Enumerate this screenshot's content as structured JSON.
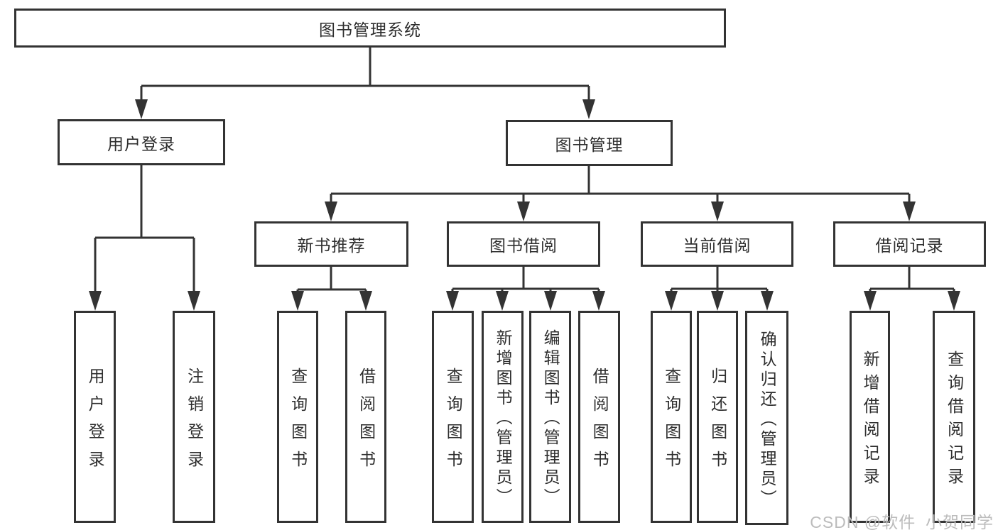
{
  "diagram_title": "图书管理系统",
  "colors": {
    "line": "#333333",
    "box_border": "#333333",
    "text": "#2e2e2e",
    "background": "#ffffff",
    "watermark": "#bcbcbc"
  },
  "tree": {
    "label": "图书管理系统",
    "children": [
      {
        "label": "用户登录",
        "children": [
          {
            "label": "用户登录"
          },
          {
            "label": "注销登录"
          }
        ]
      },
      {
        "label": "图书管理",
        "children": [
          {
            "label": "新书推荐",
            "children": [
              {
                "label": "查询图书"
              },
              {
                "label": "借阅图书"
              }
            ]
          },
          {
            "label": "图书借阅",
            "children": [
              {
                "label": "查询图书"
              },
              {
                "label": "新增图书（管理员）"
              },
              {
                "label": "编辑图书（管理员）"
              },
              {
                "label": "借阅图书"
              }
            ]
          },
          {
            "label": "当前借阅",
            "children": [
              {
                "label": "查询图书"
              },
              {
                "label": "归还图书"
              },
              {
                "label": "确认归还（管理员）"
              }
            ]
          },
          {
            "label": "借阅记录",
            "children": [
              {
                "label": "新增借阅记录"
              },
              {
                "label": "查询借阅记录"
              }
            ]
          }
        ]
      }
    ]
  },
  "watermark": "CSDN @软件_小贺同学"
}
